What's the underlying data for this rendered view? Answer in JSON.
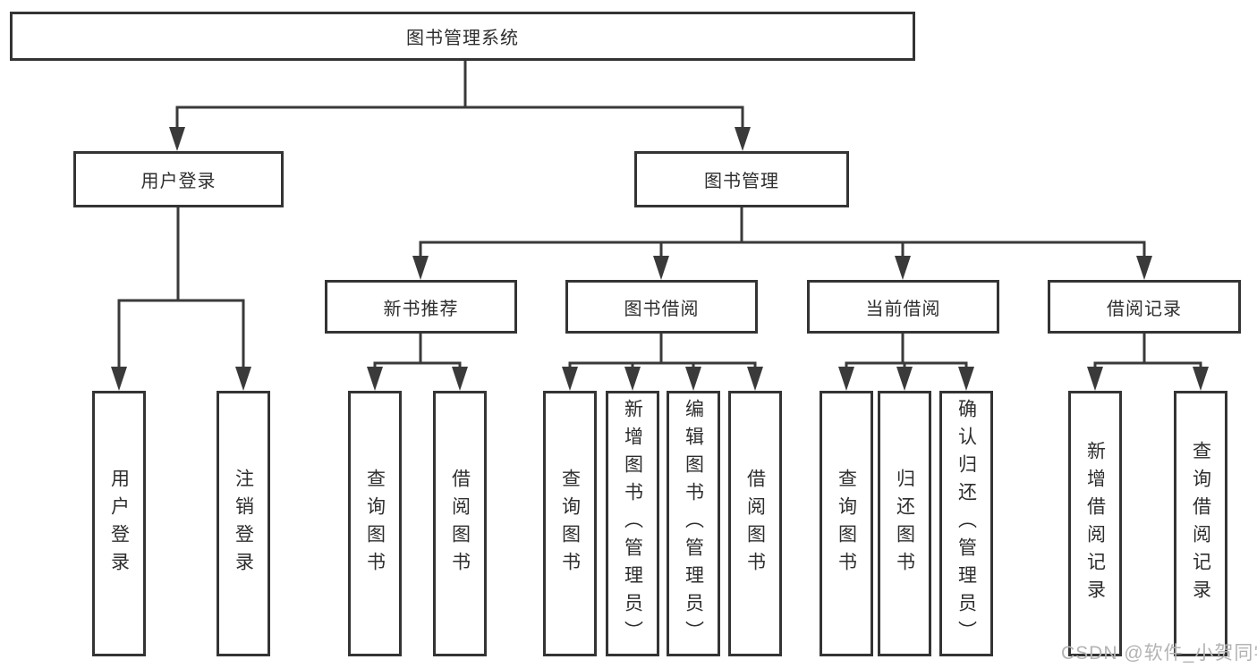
{
  "diagram": {
    "root": "图书管理系统",
    "level2": {
      "user_login": "用户登录",
      "book_management": "图书管理"
    },
    "level3": {
      "new_book_recommend": "新书推荐",
      "book_borrowing": "图书借阅",
      "current_borrowing": "当前借阅",
      "borrowing_records": "借阅记录"
    },
    "leaves": {
      "user_login": "用户登录",
      "logout": "注销登录",
      "nb_query_books": "查询图书",
      "nb_borrow_books": "借阅图书",
      "bb_query_books": "查询图书",
      "bb_add_books_admin": "新增图书（管理员）",
      "bb_edit_books_admin": "编辑图书（管理员）",
      "bb_borrow_books": "借阅图书",
      "cb_query_books": "查询图书",
      "cb_return_books": "归还图书",
      "cb_confirm_return_admin": "确认归还（管理员）",
      "br_add_record": "新增借阅记录",
      "br_query_record": "查询借阅记录"
    }
  },
  "watermark": {
    "text": "CSDN @软件_小贺同学"
  },
  "colors": {
    "line": "#3a3a3a",
    "box_border": "#343434",
    "text": "#2e2e2e",
    "watermark": "#b3b3b3",
    "background": "#ffffff"
  }
}
